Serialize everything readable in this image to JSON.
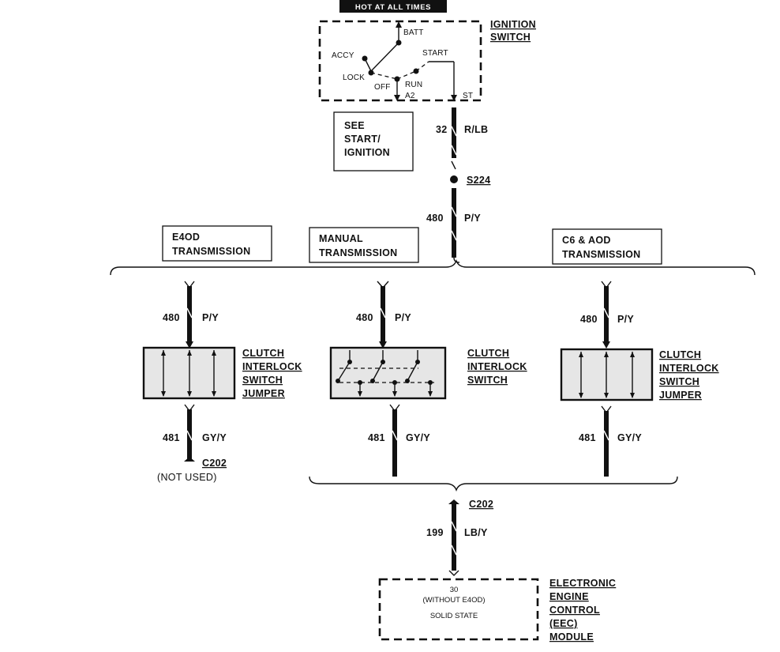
{
  "hot_banner": "HOT AT ALL TIMES",
  "ignition": {
    "title_line1": "IGNITION",
    "title_line2": "SWITCH",
    "positions": {
      "batt": "BATT",
      "accy": "ACCY",
      "start": "START",
      "lock": "LOCK",
      "off": "OFF",
      "run": "RUN",
      "a2": "A2",
      "st": "ST"
    }
  },
  "see_box": {
    "line1": "SEE",
    "line2": "START/",
    "line3": "IGNITION"
  },
  "wires": {
    "w32": {
      "num": "32",
      "color": "R/LB"
    },
    "splice": "S224",
    "w480_main": {
      "num": "480",
      "color": "P/Y"
    },
    "w480_left": {
      "num": "480",
      "color": "P/Y"
    },
    "w480_mid": {
      "num": "480",
      "color": "P/Y"
    },
    "w480_right": {
      "num": "480",
      "color": "P/Y"
    },
    "w481_left": {
      "num": "481",
      "color": "GY/Y"
    },
    "w481_mid": {
      "num": "481",
      "color": "GY/Y"
    },
    "w481_right": {
      "num": "481",
      "color": "GY/Y"
    },
    "w199": {
      "num": "199",
      "color": "LB/Y"
    }
  },
  "trans_labels": {
    "e4od": {
      "line1": "E4OD",
      "line2": "TRANSMISSION"
    },
    "manual": {
      "line1": "MANUAL",
      "line2": "TRANSMISSION"
    },
    "c6": {
      "line1": "C6 & AOD",
      "line2": "TRANSMISSION"
    }
  },
  "left_switch": {
    "line1": "CLUTCH",
    "line2": "INTERLOCK",
    "line3": "SWITCH",
    "line4": "JUMPER"
  },
  "mid_switch": {
    "line1": "CLUTCH",
    "line2": "INTERLOCK",
    "line3": "SWITCH"
  },
  "right_switch": {
    "line1": "CLUTCH",
    "line2": "INTERLOCK",
    "line3": "SWITCH",
    "line4": "JUMPER"
  },
  "connectors": {
    "c202_left": "C202",
    "not_used": "(NOT USED)",
    "c202_bottom": "C202"
  },
  "eec": {
    "pin": "30",
    "pin_note": "(WITHOUT E4OD)",
    "state": "SOLID STATE",
    "line1": "ELECTRONIC",
    "line2": "ENGINE",
    "line3": "CONTROL",
    "line4": "(EEC)",
    "line5": "MODULE"
  }
}
